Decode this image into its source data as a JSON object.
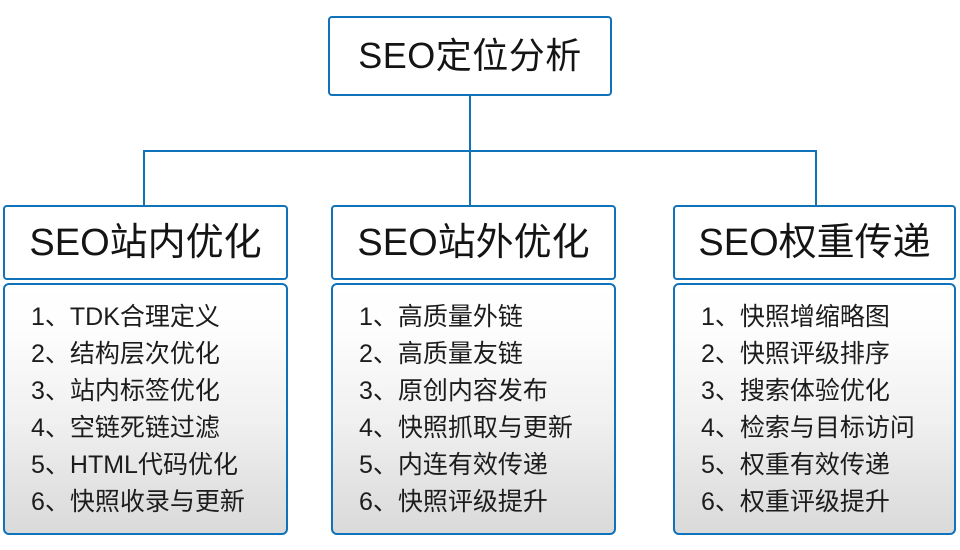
{
  "diagram": {
    "type": "org-tree",
    "root": {
      "label": "SEO定位分析"
    },
    "accent_color": "#1072b9",
    "text_color": "#141414",
    "branches": [
      {
        "id": "on-site",
        "title": "SEO站内优化",
        "items": [
          "1、TDK合理定义",
          "2、结构层次优化",
          "3、站内标签优化",
          "4、空链死链过滤",
          "5、HTML代码优化",
          "6、快照收录与更新"
        ]
      },
      {
        "id": "off-site",
        "title": "SEO站外优化",
        "items": [
          "1、高质量外链",
          "2、高质量友链",
          "3、原创内容发布",
          "4、快照抓取与更新",
          "5、内连有效传递",
          "6、快照评级提升"
        ]
      },
      {
        "id": "weight-transfer",
        "title": "SEO权重传递",
        "items": [
          "1、快照增缩略图",
          "2、快照评级排序",
          "3、搜索体验优化",
          "4、检索与目标访问",
          "5、权重有效传递",
          "6、权重评级提升"
        ]
      }
    ]
  }
}
